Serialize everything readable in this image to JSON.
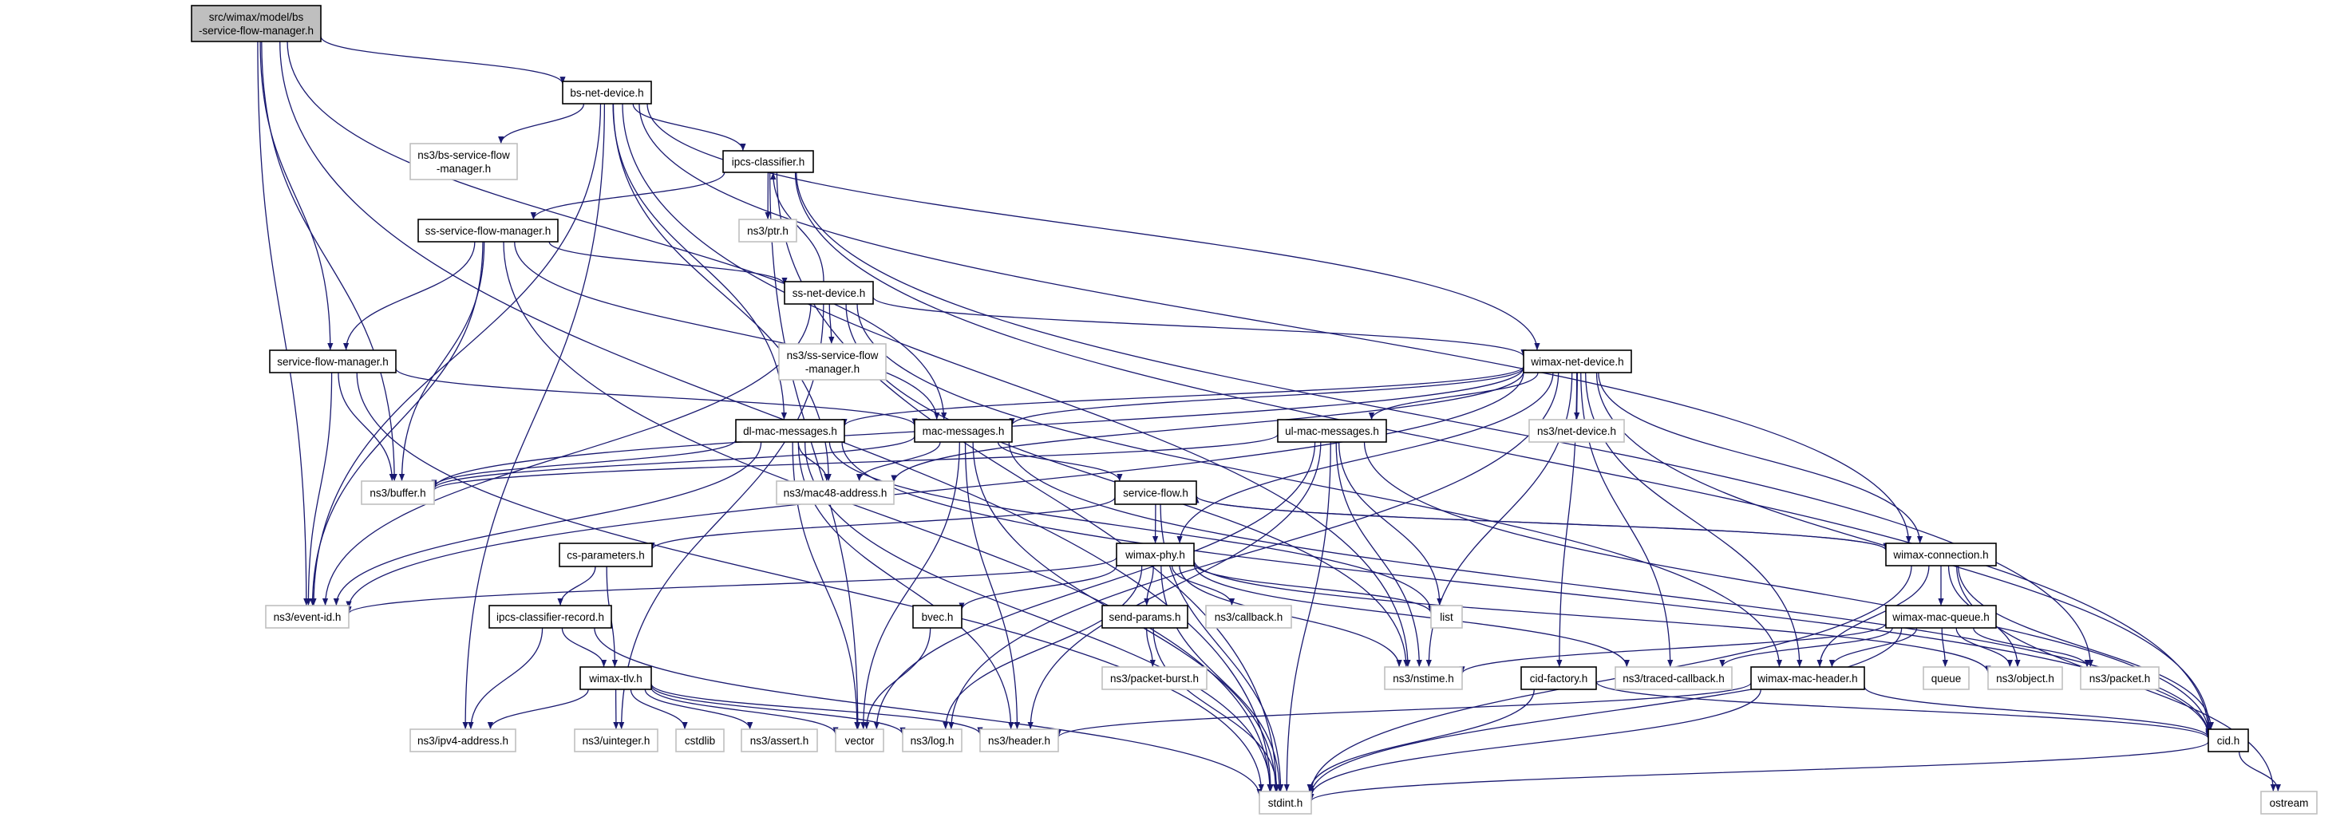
{
  "colors": {
    "edge": "#191970",
    "local_border": "#000000",
    "system_border": "#bfbfbf",
    "source_fill": "#bfbfbf",
    "background": "#ffffff"
  },
  "nodes": [
    {
      "id": "src",
      "lines": [
        "src/wimax/model/bs",
        "-service-flow-manager.h"
      ],
      "kind": "source"
    },
    {
      "id": "bs-net-device",
      "lines": [
        "bs-net-device.h"
      ],
      "kind": "local"
    },
    {
      "id": "ns3-bs-sfm",
      "lines": [
        "ns3/bs-service-flow",
        "-manager.h"
      ],
      "kind": "system"
    },
    {
      "id": "ipcs-classifier",
      "lines": [
        "ipcs-classifier.h"
      ],
      "kind": "local"
    },
    {
      "id": "ptr",
      "lines": [
        "ns3/ptr.h"
      ],
      "kind": "system"
    },
    {
      "id": "ss-sfm",
      "lines": [
        "ss-service-flow-manager.h"
      ],
      "kind": "local"
    },
    {
      "id": "ss-net-device",
      "lines": [
        "ss-net-device.h"
      ],
      "kind": "local"
    },
    {
      "id": "ns3-ss-sfm",
      "lines": [
        "ns3/ss-service-flow",
        "-manager.h"
      ],
      "kind": "system"
    },
    {
      "id": "sfm",
      "lines": [
        "service-flow-manager.h"
      ],
      "kind": "local"
    },
    {
      "id": "wimax-net-device",
      "lines": [
        "wimax-net-device.h"
      ],
      "kind": "local"
    },
    {
      "id": "dl-mac",
      "lines": [
        "dl-mac-messages.h"
      ],
      "kind": "local"
    },
    {
      "id": "mac-messages",
      "lines": [
        "mac-messages.h"
      ],
      "kind": "local"
    },
    {
      "id": "ul-mac",
      "lines": [
        "ul-mac-messages.h"
      ],
      "kind": "local"
    },
    {
      "id": "net-device",
      "lines": [
        "ns3/net-device.h"
      ],
      "kind": "system"
    },
    {
      "id": "buffer",
      "lines": [
        "ns3/buffer.h"
      ],
      "kind": "system"
    },
    {
      "id": "mac48",
      "lines": [
        "ns3/mac48-address.h"
      ],
      "kind": "system"
    },
    {
      "id": "service-flow",
      "lines": [
        "service-flow.h"
      ],
      "kind": "local"
    },
    {
      "id": "cs-parameters",
      "lines": [
        "cs-parameters.h"
      ],
      "kind": "local"
    },
    {
      "id": "wimax-phy",
      "lines": [
        "wimax-phy.h"
      ],
      "kind": "local"
    },
    {
      "id": "wimax-connection",
      "lines": [
        "wimax-connection.h"
      ],
      "kind": "local"
    },
    {
      "id": "event-id",
      "lines": [
        "ns3/event-id.h"
      ],
      "kind": "system"
    },
    {
      "id": "ipcs-record",
      "lines": [
        "ipcs-classifier-record.h"
      ],
      "kind": "local"
    },
    {
      "id": "bvec",
      "lines": [
        "bvec.h"
      ],
      "kind": "local"
    },
    {
      "id": "send-params",
      "lines": [
        "send-params.h"
      ],
      "kind": "local"
    },
    {
      "id": "callback",
      "lines": [
        "ns3/callback.h"
      ],
      "kind": "system"
    },
    {
      "id": "list",
      "lines": [
        "list"
      ],
      "kind": "system"
    },
    {
      "id": "wimax-mac-queue",
      "lines": [
        "wimax-mac-queue.h"
      ],
      "kind": "local"
    },
    {
      "id": "wimax-tlv",
      "lines": [
        "wimax-tlv.h"
      ],
      "kind": "local"
    },
    {
      "id": "packet-burst",
      "lines": [
        "ns3/packet-burst.h"
      ],
      "kind": "system"
    },
    {
      "id": "nstime",
      "lines": [
        "ns3/nstime.h"
      ],
      "kind": "system"
    },
    {
      "id": "cid-factory",
      "lines": [
        "cid-factory.h"
      ],
      "kind": "local"
    },
    {
      "id": "traced-callback",
      "lines": [
        "ns3/traced-callback.h"
      ],
      "kind": "system"
    },
    {
      "id": "wimax-mac-header",
      "lines": [
        "wimax-mac-header.h"
      ],
      "kind": "local"
    },
    {
      "id": "queue",
      "lines": [
        "queue"
      ],
      "kind": "system"
    },
    {
      "id": "object",
      "lines": [
        "ns3/object.h"
      ],
      "kind": "system"
    },
    {
      "id": "packet",
      "lines": [
        "ns3/packet.h"
      ],
      "kind": "system"
    },
    {
      "id": "ipv4",
      "lines": [
        "ns3/ipv4-address.h"
      ],
      "kind": "system"
    },
    {
      "id": "uinteger",
      "lines": [
        "ns3/uinteger.h"
      ],
      "kind": "system"
    },
    {
      "id": "cstdlib",
      "lines": [
        "cstdlib"
      ],
      "kind": "system"
    },
    {
      "id": "assert",
      "lines": [
        "ns3/assert.h"
      ],
      "kind": "system"
    },
    {
      "id": "vector",
      "lines": [
        "vector"
      ],
      "kind": "system"
    },
    {
      "id": "log",
      "lines": [
        "ns3/log.h"
      ],
      "kind": "system"
    },
    {
      "id": "header",
      "lines": [
        "ns3/header.h"
      ],
      "kind": "system"
    },
    {
      "id": "cid",
      "lines": [
        "cid.h"
      ],
      "kind": "local"
    },
    {
      "id": "stdint",
      "lines": [
        "stdint.h"
      ],
      "kind": "system"
    },
    {
      "id": "ostream",
      "lines": [
        "ostream"
      ],
      "kind": "system"
    }
  ],
  "edges": [
    [
      "src",
      "bs-net-device"
    ],
    [
      "src",
      "sfm"
    ],
    [
      "src",
      "event-id"
    ],
    [
      "src",
      "buffer"
    ],
    [
      "src",
      "mac-messages"
    ],
    [
      "src",
      "stdint"
    ],
    [
      "bs-net-device",
      "ns3-bs-sfm"
    ],
    [
      "bs-net-device",
      "ipcs-classifier"
    ],
    [
      "bs-net-device",
      "event-id"
    ],
    [
      "bs-net-device",
      "ipv4"
    ],
    [
      "bs-net-device",
      "dl-mac"
    ],
    [
      "bs-net-device",
      "mac48"
    ],
    [
      "bs-net-device",
      "wimax-net-device"
    ],
    [
      "bs-net-device",
      "wimax-connection"
    ],
    [
      "bs-net-device",
      "nstime"
    ],
    [
      "ipcs-classifier",
      "ss-sfm"
    ],
    [
      "ipcs-classifier",
      "ptr"
    ],
    [
      "ipcs-classifier",
      "vector"
    ],
    [
      "ipcs-classifier",
      "packet"
    ],
    [
      "ipcs-classifier",
      "cid"
    ],
    [
      "ipcs-classifier",
      "stdint"
    ],
    [
      "ss-net-device",
      "ipcs-classifier"
    ],
    [
      "ss-net-device",
      "ns3-ss-sfm"
    ],
    [
      "ss-net-device",
      "event-id"
    ],
    [
      "ss-net-device",
      "uinteger"
    ],
    [
      "ss-net-device",
      "wimax-net-device"
    ],
    [
      "ss-net-device",
      "nstime"
    ],
    [
      "ss-net-device",
      "wimax-mac-header"
    ],
    [
      "ss-sfm",
      "sfm"
    ],
    [
      "ss-sfm",
      "event-id"
    ],
    [
      "ss-sfm",
      "buffer"
    ],
    [
      "ss-sfm",
      "stdint"
    ],
    [
      "ss-sfm",
      "ss-net-device"
    ],
    [
      "ss-sfm",
      "mac-messages"
    ],
    [
      "sfm",
      "buffer"
    ],
    [
      "sfm",
      "event-id"
    ],
    [
      "sfm",
      "stdint"
    ],
    [
      "sfm",
      "mac-messages"
    ],
    [
      "wimax-net-device",
      "dl-mac"
    ],
    [
      "wimax-net-device",
      "mac-messages"
    ],
    [
      "wimax-net-device",
      "ul-mac"
    ],
    [
      "wimax-net-device",
      "net-device"
    ],
    [
      "wimax-net-device",
      "buffer"
    ],
    [
      "wimax-net-device",
      "event-id"
    ],
    [
      "wimax-net-device",
      "mac48"
    ],
    [
      "wimax-net-device",
      "wimax-phy"
    ],
    [
      "wimax-net-device",
      "wimax-connection"
    ],
    [
      "wimax-net-device",
      "cid-factory"
    ],
    [
      "wimax-net-device",
      "traced-callback"
    ],
    [
      "wimax-net-device",
      "wimax-mac-header"
    ],
    [
      "wimax-net-device",
      "nstime"
    ],
    [
      "wimax-net-device",
      "cid"
    ],
    [
      "wimax-net-device",
      "log"
    ],
    [
      "dl-mac",
      "buffer"
    ],
    [
      "dl-mac",
      "mac48"
    ],
    [
      "dl-mac",
      "vector"
    ],
    [
      "dl-mac",
      "header"
    ],
    [
      "dl-mac",
      "stdint"
    ],
    [
      "dl-mac",
      "event-id"
    ],
    [
      "dl-mac",
      "cid"
    ],
    [
      "dl-mac",
      "list"
    ],
    [
      "mac-messages",
      "buffer"
    ],
    [
      "mac-messages",
      "mac48"
    ],
    [
      "mac-messages",
      "service-flow"
    ],
    [
      "mac-messages",
      "header"
    ],
    [
      "mac-messages",
      "vector"
    ],
    [
      "mac-messages",
      "stdint"
    ],
    [
      "mac-messages",
      "cid"
    ],
    [
      "ul-mac",
      "buffer"
    ],
    [
      "ul-mac",
      "list"
    ],
    [
      "ul-mac",
      "nstime"
    ],
    [
      "ul-mac",
      "stdint"
    ],
    [
      "ul-mac",
      "header"
    ],
    [
      "ul-mac",
      "vector"
    ],
    [
      "ul-mac",
      "cid"
    ],
    [
      "service-flow",
      "wimax-phy"
    ],
    [
      "service-flow",
      "cs-parameters"
    ],
    [
      "service-flow",
      "stdint"
    ],
    [
      "service-flow",
      "wimax-connection"
    ],
    [
      "wimax-connection",
      "service-flow"
    ],
    [
      "wimax-connection",
      "wimax-mac-queue"
    ],
    [
      "wimax-connection",
      "wimax-mac-header"
    ],
    [
      "wimax-connection",
      "cid"
    ],
    [
      "wimax-connection",
      "object"
    ],
    [
      "wimax-connection",
      "stdint"
    ],
    [
      "wimax-connection",
      "ostream"
    ],
    [
      "wimax-phy",
      "bvec"
    ],
    [
      "wimax-phy",
      "send-params"
    ],
    [
      "wimax-phy",
      "callback"
    ],
    [
      "wimax-phy",
      "list"
    ],
    [
      "wimax-phy",
      "nstime"
    ],
    [
      "wimax-phy",
      "stdint"
    ],
    [
      "wimax-phy",
      "log"
    ],
    [
      "wimax-phy",
      "event-id"
    ],
    [
      "wimax-phy",
      "object"
    ],
    [
      "wimax-phy",
      "traced-callback"
    ],
    [
      "bvec",
      "vector"
    ],
    [
      "send-params",
      "packet-burst"
    ],
    [
      "send-params",
      "stdint"
    ],
    [
      "cs-parameters",
      "ipcs-record"
    ],
    [
      "cs-parameters",
      "wimax-tlv"
    ],
    [
      "ipcs-record",
      "wimax-tlv"
    ],
    [
      "ipcs-record",
      "ipv4"
    ],
    [
      "ipcs-record",
      "stdint"
    ],
    [
      "wimax-tlv",
      "ipv4"
    ],
    [
      "wimax-tlv",
      "uinteger"
    ],
    [
      "wimax-tlv",
      "cstdlib"
    ],
    [
      "wimax-tlv",
      "assert"
    ],
    [
      "wimax-tlv",
      "vector"
    ],
    [
      "wimax-tlv",
      "log"
    ],
    [
      "wimax-tlv",
      "header"
    ],
    [
      "wimax-mac-queue",
      "wimax-mac-header"
    ],
    [
      "wimax-mac-queue",
      "traced-callback"
    ],
    [
      "wimax-mac-queue",
      "queue"
    ],
    [
      "wimax-mac-queue",
      "object"
    ],
    [
      "wimax-mac-queue",
      "packet"
    ],
    [
      "wimax-mac-queue",
      "nstime"
    ],
    [
      "wimax-mac-queue",
      "stdint"
    ],
    [
      "cid-factory",
      "cid"
    ],
    [
      "cid-factory",
      "stdint"
    ],
    [
      "wimax-mac-header",
      "header"
    ],
    [
      "wimax-mac-header",
      "cid"
    ],
    [
      "wimax-mac-header",
      "stdint"
    ],
    [
      "cid",
      "ostream"
    ],
    [
      "cid",
      "stdint"
    ]
  ]
}
